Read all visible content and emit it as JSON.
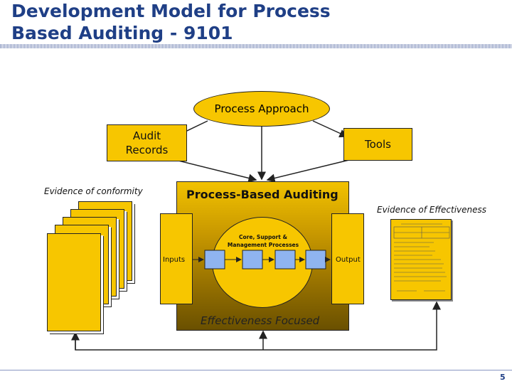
{
  "title": {
    "line1": "Development Model for Process",
    "line2": "Based Auditing - 9101"
  },
  "diagram": {
    "process_approach": "Process Approach",
    "audit_records": "Audit Records",
    "tools": "Tools",
    "evidence_conformity": "Evidence of conformity",
    "process_based_auditing": "Process-Based Auditing",
    "evidence_effectiveness": "Evidence of Effectiveness",
    "core_processes": "Core, Support & Management Processes",
    "inputs": "Inputs",
    "output": "Output",
    "effectiveness_focused": "Effectiveness Focused"
  },
  "page_number": "5",
  "colors": {
    "title": "#1f3f86",
    "yellow": "#f7c600",
    "olive_top": "#f2c200",
    "olive_bottom": "#6a5000",
    "process_box": "#8fb4f0"
  }
}
